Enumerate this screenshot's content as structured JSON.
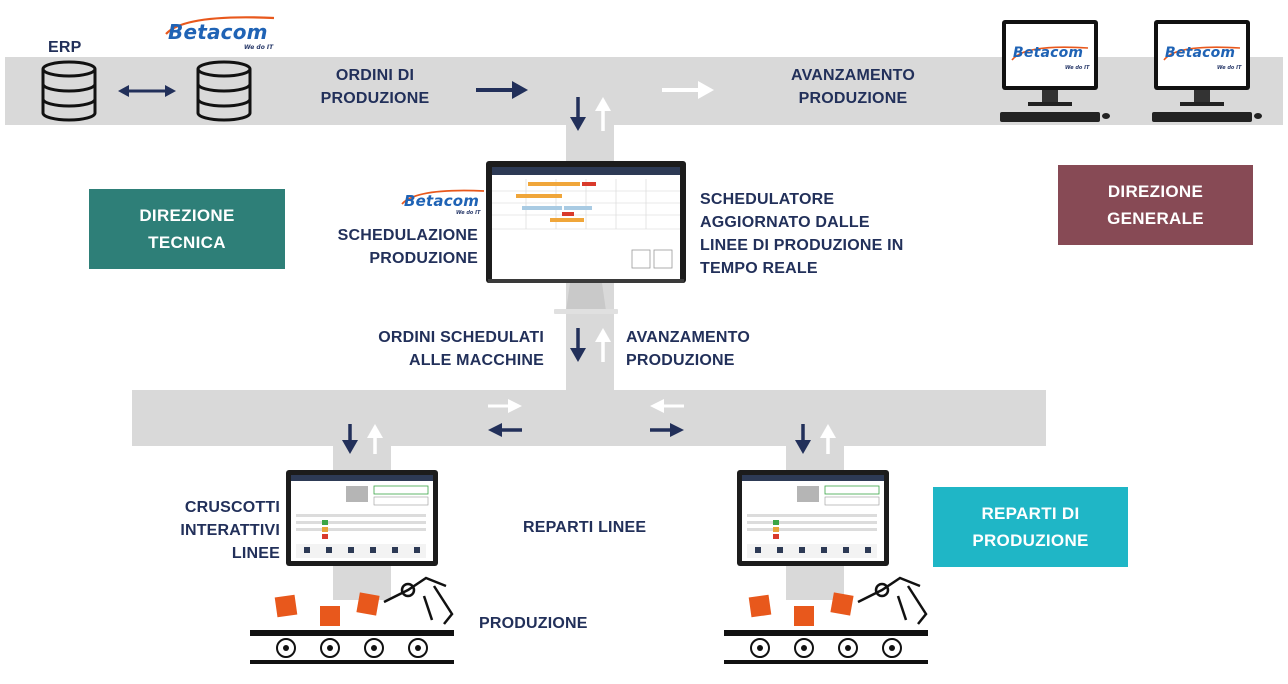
{
  "labels": {
    "erp": "ERP",
    "ordini_produzione": [
      "ORDINI DI",
      "PRODUZIONE"
    ],
    "avanzamento_top": [
      "AVANZAMENTO",
      "PRODUZIONE"
    ],
    "schedulazione": [
      "SCHEDULAZIONE",
      "PRODUZIONE"
    ],
    "schedulatore": [
      "SCHEDULATORE",
      "AGGIORNATO DALLE",
      "LINEE DI PRODUZIONE IN",
      "TEMPO REALE"
    ],
    "ordini_schedulati": [
      "ORDINI SCHEDULATI",
      "ALLE MACCHINE"
    ],
    "avanzamento_mid": [
      "AVANZAMENTO",
      "PRODUZIONE"
    ],
    "cruscotti": [
      "CRUSCOTTI",
      "INTERATTIVI",
      "LINEE"
    ],
    "reparti_linee": "REPARTI LINEE",
    "produzione": "PRODUZIONE"
  },
  "boxes": {
    "direzione_tecnica": [
      "DIREZIONE",
      "TECNICA"
    ],
    "direzione_generale": [
      "DIREZIONE",
      "GENERALE"
    ],
    "reparti_produzione": [
      "REPARTI DI",
      "PRODUZIONE"
    ]
  },
  "brand": {
    "name": "Betacom",
    "tagline": "We do IT"
  },
  "colors": {
    "band": "#d9d9d9",
    "label_text": "#22305a",
    "arrow_dark": "#22305a",
    "direzione_tecnica": "#2e7f78",
    "direzione_generale": "#874a55",
    "reparti_produzione": "#1fb6c6",
    "brand_blue": "#1f63b5",
    "brand_orange": "#e8581c"
  },
  "icons": [
    "database-icon",
    "monitor-icon",
    "conveyor-icon",
    "robot-arm-icon"
  ]
}
